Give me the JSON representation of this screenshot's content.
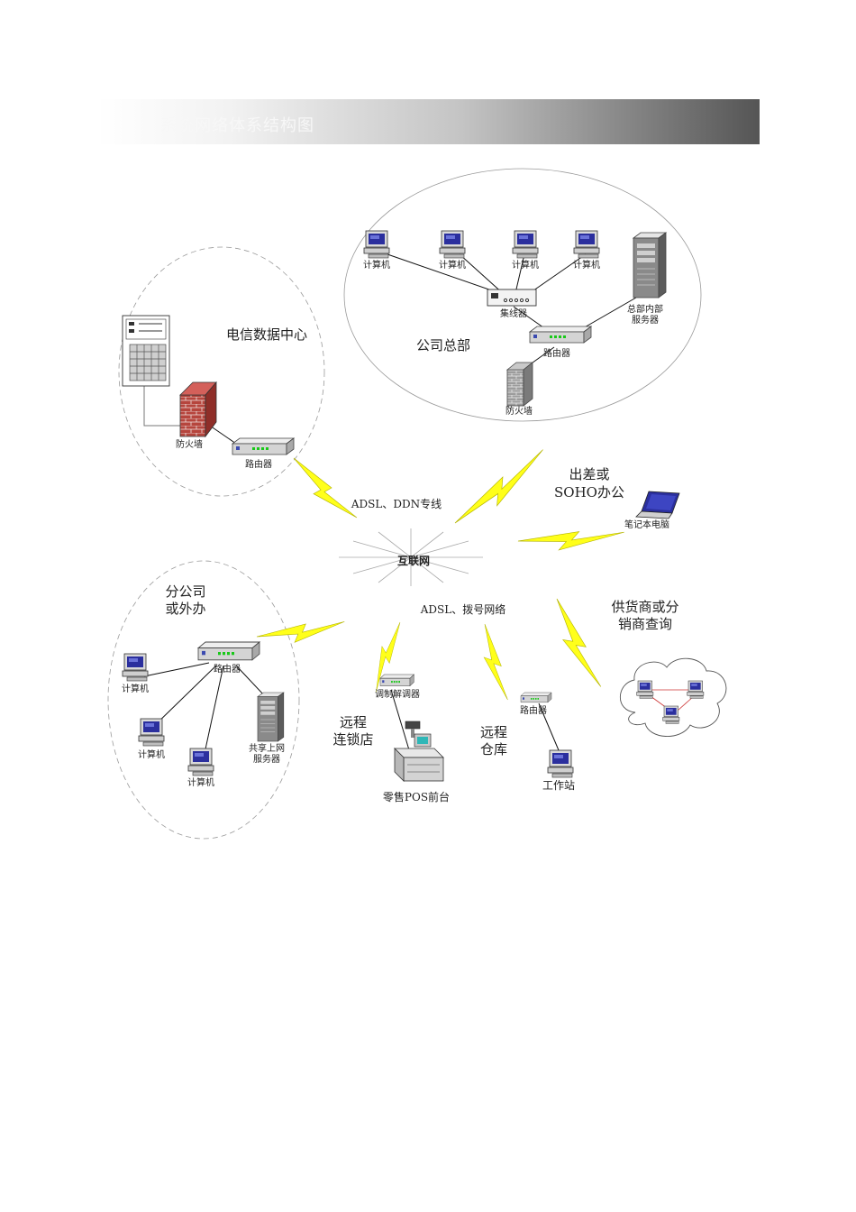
{
  "header": {
    "title": "系统网络体系结构图"
  },
  "regions": {
    "telecom": "电信数据中心",
    "hq": "公司总部",
    "branch_line1": "分公司",
    "branch_line2": "或外办",
    "soho_line1": "出差或",
    "soho_line2": "SOHO办公",
    "supplier_line1": "供货商或分",
    "supplier_line2": "销商查询",
    "chain_line1": "远程",
    "chain_line2": "连锁店",
    "warehouse_line1": "远程",
    "warehouse_line2": "仓库"
  },
  "hub": {
    "internet": "互联网"
  },
  "links": {
    "adsl_ddn": "ADSL、DDN专线",
    "adsl_dialup": "ADSL、拨号网络"
  },
  "devices": {
    "hq_pc1": "计算机",
    "hq_pc2": "计算机",
    "hq_pc3": "计算机",
    "hq_pc4": "计算机",
    "hq_hub": "集线器",
    "hq_server_line1": "总部内部",
    "hq_server_line2": "服务器",
    "hq_router": "路由器",
    "hq_firewall": "防火墙",
    "tel_firewall": "防火墙",
    "tel_router": "路由器",
    "laptop": "笔记本电脑",
    "br_router": "路由器",
    "br_pc1": "计算机",
    "br_pc2": "计算机",
    "br_pc3": "计算机",
    "br_server_line1": "共享上网",
    "br_server_line2": "服务器",
    "modem": "调制解调器",
    "pos": "零售POS前台",
    "wh_router": "路由器",
    "workstation": "工作站"
  }
}
